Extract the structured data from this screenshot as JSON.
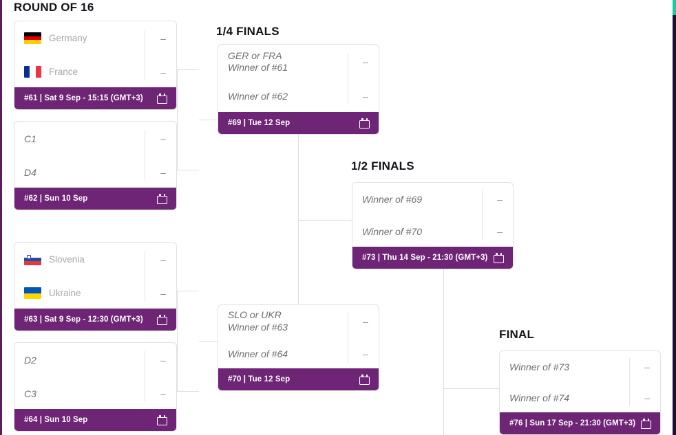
{
  "page": {
    "title": "Tournament Bracket",
    "accent_purple": "#6f2576",
    "edge_strip_color": "#5b1d5e",
    "scrollbar_track_color": "#1b1035",
    "scrollbar_thumb_color": "#1fc9a0",
    "connector_color": "#dddddd",
    "empty_score": "–"
  },
  "rounds": [
    {
      "id": "round-of-16",
      "label": "ROUND OF 16"
    },
    {
      "id": "quarter-finals",
      "label": "1/4 FINALS"
    },
    {
      "id": "semi-finals",
      "label": "1/2 FINALS"
    },
    {
      "id": "final",
      "label": "FINAL"
    }
  ],
  "matches": {
    "m61": {
      "id": "#61",
      "footer": "#61 | Sat 9 Sep - 15:15 (GMT+3)",
      "calendar_icon": "calendar-icon",
      "teams": [
        {
          "name": "Germany",
          "score": "–",
          "flag": "flag-germany",
          "placeholder": false
        },
        {
          "name": "France",
          "score": "–",
          "flag": "flag-france",
          "placeholder": false
        }
      ]
    },
    "m62": {
      "id": "#62",
      "footer": "#62 | Sun 10 Sep",
      "calendar_icon": "calendar-icon",
      "teams": [
        {
          "name": "C1",
          "score": "–",
          "flag": null,
          "placeholder": true
        },
        {
          "name": "D4",
          "score": "–",
          "flag": null,
          "placeholder": true
        }
      ]
    },
    "m63": {
      "id": "#63",
      "footer": "#63 | Sat 9 Sep - 12:30 (GMT+3)",
      "calendar_icon": "calendar-icon",
      "teams": [
        {
          "name": "Slovenia",
          "score": "–",
          "flag": "flag-slovenia",
          "placeholder": false
        },
        {
          "name": "Ukraine",
          "score": "–",
          "flag": "flag-ukraine",
          "placeholder": false
        }
      ]
    },
    "m64": {
      "id": "#64",
      "footer": "#64 | Sun 10 Sep",
      "calendar_icon": "calendar-icon",
      "teams": [
        {
          "name": "D2",
          "score": "–",
          "flag": null,
          "placeholder": true
        },
        {
          "name": "C3",
          "score": "–",
          "flag": null,
          "placeholder": true
        }
      ]
    },
    "m69": {
      "id": "#69",
      "footer": "#69 | Tue 12 Sep",
      "calendar_icon": "calendar-icon",
      "teams": [
        {
          "name": "GER or FRA",
          "name2": "Winner of #61",
          "score": "–",
          "flag": null,
          "placeholder": true
        },
        {
          "name": "Winner of #62",
          "score": "–",
          "flag": null,
          "placeholder": true
        }
      ]
    },
    "m70": {
      "id": "#70",
      "footer": "#70 | Tue 12 Sep",
      "calendar_icon": "calendar-icon",
      "teams": [
        {
          "name": "SLO or UKR",
          "name2": "Winner of #63",
          "score": "–",
          "flag": null,
          "placeholder": true
        },
        {
          "name": "Winner of #64",
          "score": "–",
          "flag": null,
          "placeholder": true
        }
      ]
    },
    "m73": {
      "id": "#73",
      "footer": "#73 | Thu 14 Sep - 21:30 (GMT+3)",
      "calendar_icon": "calendar-icon",
      "teams": [
        {
          "name": "Winner of #69",
          "score": "–",
          "flag": null,
          "placeholder": true
        },
        {
          "name": "Winner of #70",
          "score": "–",
          "flag": null,
          "placeholder": true
        }
      ]
    },
    "m76": {
      "id": "#76",
      "footer": "#76 | Sun 17 Sep - 21:30 (GMT+3)",
      "calendar_icon": "calendar-icon",
      "teams": [
        {
          "name": "Winner of #73",
          "score": "–",
          "flag": null,
          "placeholder": true
        },
        {
          "name": "Winner of #74",
          "score": "–",
          "flag": null,
          "placeholder": true
        }
      ]
    }
  }
}
